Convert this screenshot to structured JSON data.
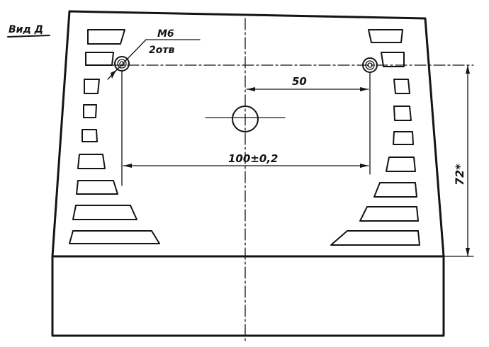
{
  "view": {
    "title": "Вид Д"
  },
  "labels": {
    "thread_size": "М6",
    "hole_count": "2отв",
    "offset_dim": "50",
    "spacing_dim": "100±0,2",
    "height_dim": "72*"
  }
}
